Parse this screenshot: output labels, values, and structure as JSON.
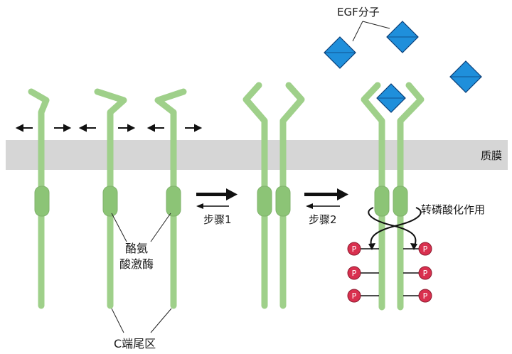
{
  "labels": {
    "egf": "EGF分子",
    "membrane": "质膜",
    "step1": "步骤1",
    "step2": "步骤2",
    "transphos": "转磷酸化作用",
    "kinase_line1": "酪氨",
    "kinase_line2": "酸激酶",
    "ctail": "C端尾区",
    "phospho": "P"
  },
  "colors": {
    "receptor_fill": "#9fd08a",
    "receptor_stroke": "#7fb26b",
    "kinase_fill": "#8cc476",
    "membrane": "#d6d6d6",
    "egf_fill": "#1f8fdb",
    "egf_stroke": "#0b3f78",
    "phospho_fill": "#d9304f",
    "arrow": "#111111"
  }
}
